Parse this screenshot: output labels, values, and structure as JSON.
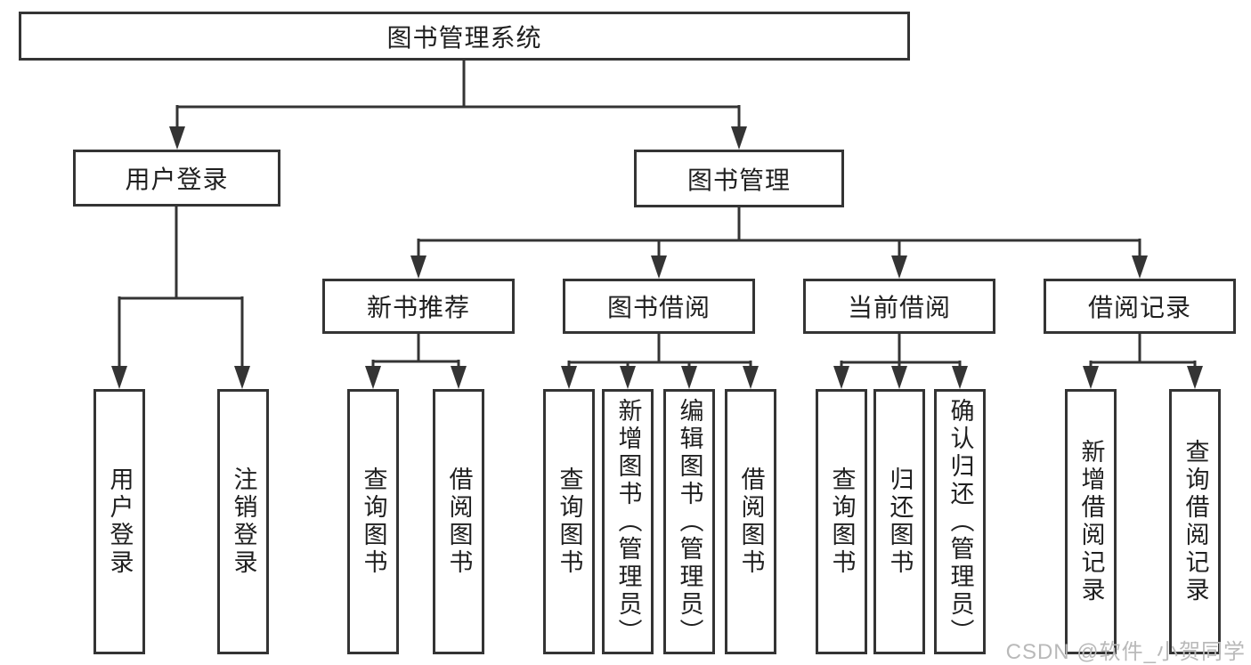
{
  "diagram": {
    "root": {
      "label": "图书管理系统"
    },
    "branches": [
      {
        "label": "用户登录",
        "leaves": [
          {
            "label": "用户登录"
          },
          {
            "label": "注销登录"
          }
        ]
      },
      {
        "label": "图书管理",
        "groups": [
          {
            "label": "新书推荐",
            "leaves": [
              {
                "label": "查询图书"
              },
              {
                "label": "借阅图书"
              }
            ]
          },
          {
            "label": "图书借阅",
            "leaves": [
              {
                "label": "查询图书"
              },
              {
                "label": "新增图书（管理员）"
              },
              {
                "label": "编辑图书（管理员）"
              },
              {
                "label": "借阅图书"
              }
            ]
          },
          {
            "label": "当前借阅",
            "leaves": [
              {
                "label": "查询图书"
              },
              {
                "label": "归还图书"
              },
              {
                "label": "确认归还（管理员）"
              }
            ]
          },
          {
            "label": "借阅记录",
            "leaves": [
              {
                "label": "新增借阅记录"
              },
              {
                "label": "查询借阅记录"
              }
            ]
          }
        ]
      }
    ]
  },
  "watermark": {
    "text": "CSDN @软件_小贺同学"
  },
  "colors": {
    "line": "#343434",
    "text": "#1f1f1f",
    "background": "#ffffff",
    "watermark": "#b9b9b9"
  }
}
